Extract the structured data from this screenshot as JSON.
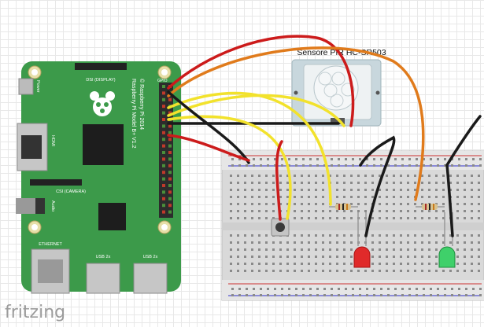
{
  "app": {
    "name": "fritzing"
  },
  "board": {
    "label_model": "Raspberry Pi Model B+ V1.2",
    "label_copyright": "© Raspberry Pi 2014",
    "label_power": "Power",
    "label_hdmi": "HDMI",
    "label_dsi": "DSI (DISPLAY)",
    "label_csi": "CSI (CAMERA)",
    "label_audio": "Audio",
    "label_ethernet": "ETHERNET",
    "label_usb1": "USB 2x",
    "label_usb2": "USB 2x",
    "label_gpio": "GPIO"
  },
  "sensor": {
    "title": "Sensore PIR HC-SR503"
  },
  "colors": {
    "board_green": "#3c9a4a",
    "wire_red": "#cc1b1b",
    "wire_black": "#1a1a1a",
    "wire_yellow": "#f2e22c",
    "wire_orange": "#e07b1c",
    "led_red": "#e02a2a",
    "led_green": "#3fd06a"
  }
}
